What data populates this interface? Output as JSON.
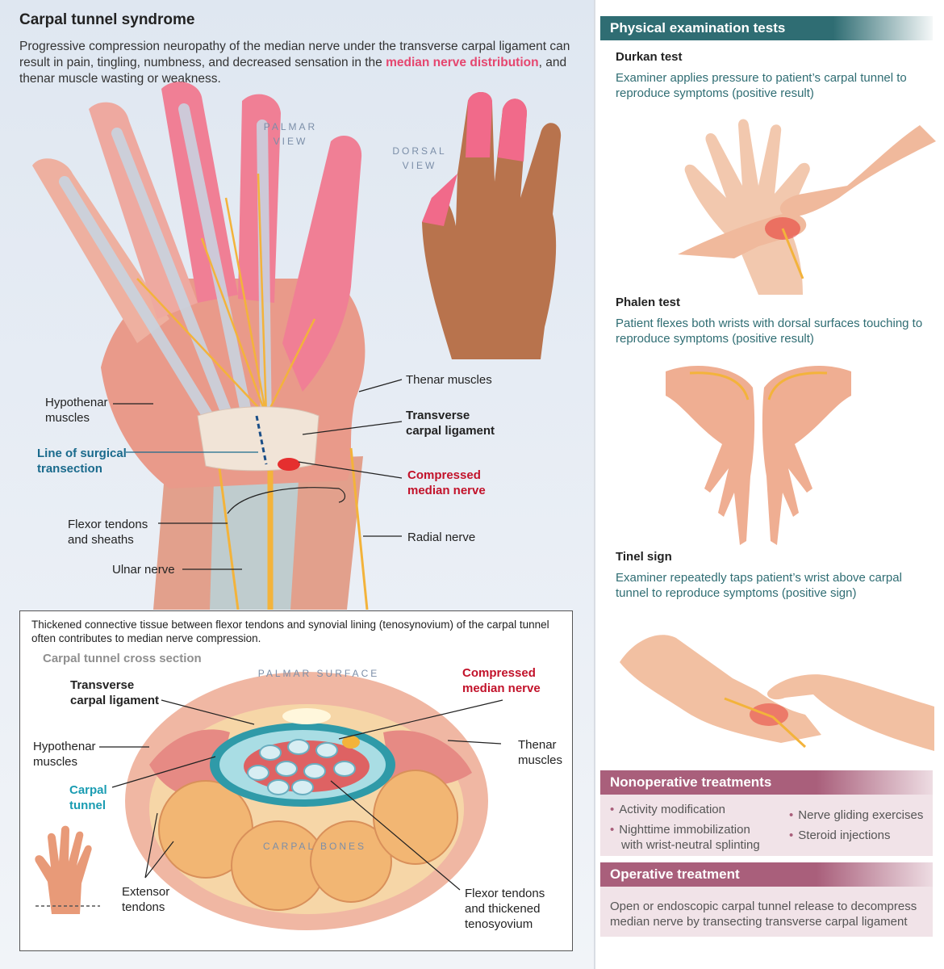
{
  "header": {
    "title": "Carpal tunnel syndrome",
    "intro_pre": "Progressive compression neuropathy of the median nerve under the transverse carpal ligament can result in pain, tingling, numbness, and decreased sensation in the",
    "intro_highlight": "median nerve distribution",
    "intro_post": ", and thenar muscle wasting or weakness."
  },
  "hand_views": {
    "palmar_1": "PALMAR",
    "palmar_2": "VIEW",
    "dorsal_1": "DORSAL",
    "dorsal_2": "VIEW"
  },
  "palm_labels": {
    "hypothenar_1": "Hypothenar",
    "hypothenar_2": "muscles",
    "surgical_1": "Line of surgical",
    "surgical_2": "transection",
    "flexor_1": "Flexor tendons",
    "flexor_2": "and sheaths",
    "ulnar": "Ulnar nerve",
    "thenar": "Thenar muscles",
    "tcl_1": "Transverse",
    "tcl_2": "carpal ligament",
    "compressed_1": "Compressed",
    "compressed_2": "median nerve",
    "radial": "Radial nerve"
  },
  "inset": {
    "caption": "Thickened connective tissue between flexor tendons and synovial lining (tenosynovium) of the carpal tunnel often contributes to median nerve compression.",
    "subtitle": "Carpal tunnel cross section",
    "palmar_surface": "PALMAR SURFACE",
    "carpal_bones": "CARPAL BONES",
    "tcl_1": "Transverse",
    "tcl_2": "carpal ligament",
    "compressed_1": "Compressed",
    "compressed_2": "median nerve",
    "hypothenar_1": "Hypothenar",
    "hypothenar_2": "muscles",
    "thenar_1": "Thenar",
    "thenar_2": "muscles",
    "carpal_1": "Carpal",
    "carpal_2": "tunnel",
    "extensor_1": "Extensor",
    "extensor_2": "tendons",
    "flexor_1": "Flexor tendons",
    "flexor_2": "and thickened",
    "flexor_3": "tenosyovium"
  },
  "exam": {
    "heading": "Physical examination tests",
    "tests": [
      {
        "name": "Durkan test",
        "desc": "Examiner applies pressure to patient’s carpal tunnel to reproduce symptoms (positive result)"
      },
      {
        "name": "Phalen test",
        "desc": "Patient flexes both wrists with dorsal surfaces touching to reproduce symptoms (positive result)"
      },
      {
        "name": "Tinel sign",
        "desc": "Examiner repeatedly taps patient’s wrist above carpal tunnel to reproduce symptoms (positive sign)"
      }
    ]
  },
  "nonoperative": {
    "heading": "Nonoperative treatments",
    "items": [
      "Activity modification",
      "Nighttime immobilization",
      "with wrist-neutral splinting",
      "Nerve gliding exercises",
      "Steroid injections"
    ]
  },
  "operative": {
    "heading": "Operative treatment",
    "desc": "Open or endoscopic carpal tunnel release to decompress median nerve by transecting transverse carpal ligament"
  },
  "colors": {
    "accent_green": "#2f6d73",
    "accent_mauve": "#a95f7b",
    "highlight_pink": "#e5466f",
    "nerve_red": "#c2122a",
    "tunnel_teal": "#1a9cb2"
  }
}
